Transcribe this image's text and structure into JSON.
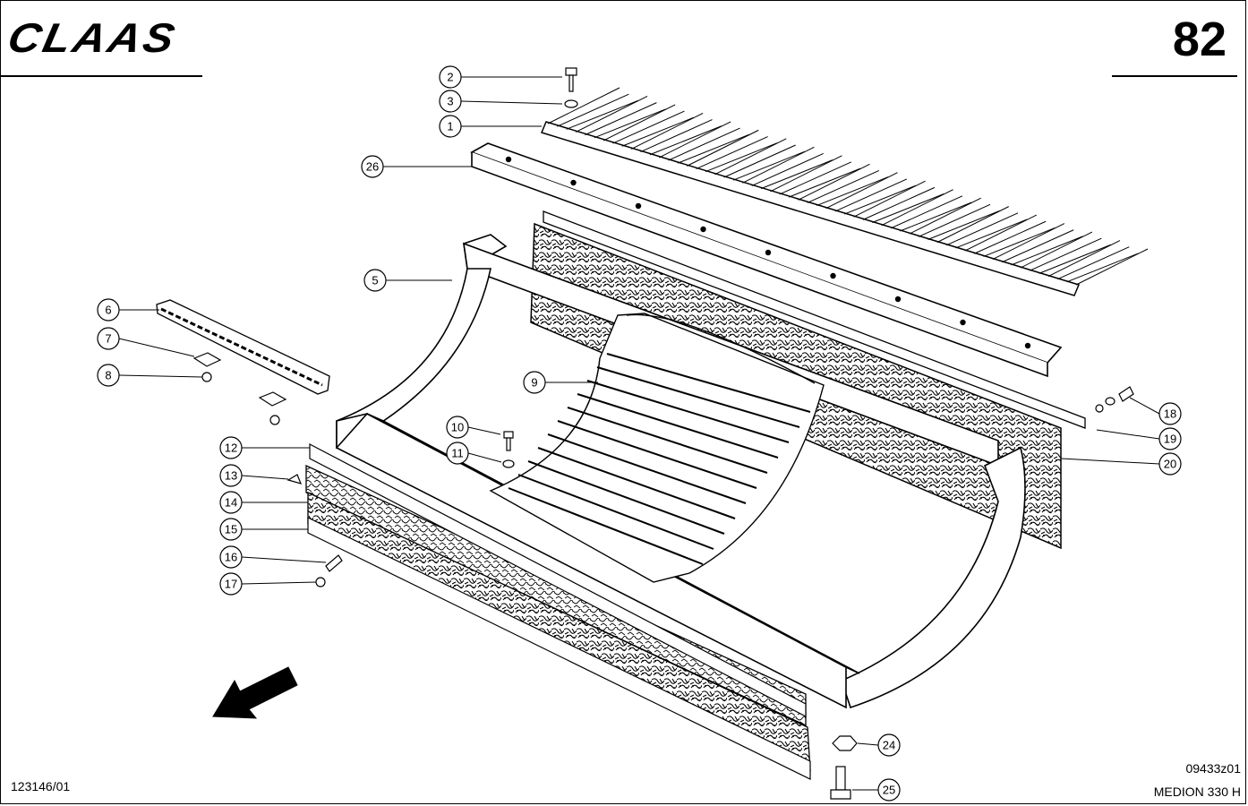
{
  "header": {
    "brand": "CLAAS",
    "page_number": "82"
  },
  "footer": {
    "drawing_code": "123146/01",
    "figure_code": "09433z01",
    "model": "MEDION 330 H"
  },
  "callouts": [
    {
      "id": "1",
      "label": "1"
    },
    {
      "id": "2",
      "label": "2"
    },
    {
      "id": "3",
      "label": "3"
    },
    {
      "id": "5",
      "label": "5"
    },
    {
      "id": "6",
      "label": "6"
    },
    {
      "id": "7",
      "label": "7"
    },
    {
      "id": "8",
      "label": "8"
    },
    {
      "id": "9",
      "label": "9"
    },
    {
      "id": "10",
      "label": "10"
    },
    {
      "id": "11",
      "label": "11"
    },
    {
      "id": "12",
      "label": "12"
    },
    {
      "id": "13",
      "label": "13"
    },
    {
      "id": "14",
      "label": "14"
    },
    {
      "id": "15",
      "label": "15"
    },
    {
      "id": "16",
      "label": "16"
    },
    {
      "id": "17",
      "label": "17"
    },
    {
      "id": "18",
      "label": "18"
    },
    {
      "id": "19",
      "label": "19"
    },
    {
      "id": "20",
      "label": "20"
    },
    {
      "id": "24",
      "label": "24"
    },
    {
      "id": "25",
      "label": "25"
    },
    {
      "id": "26",
      "label": "26"
    }
  ],
  "icons": {
    "direction": "direction-arrow-icon"
  }
}
